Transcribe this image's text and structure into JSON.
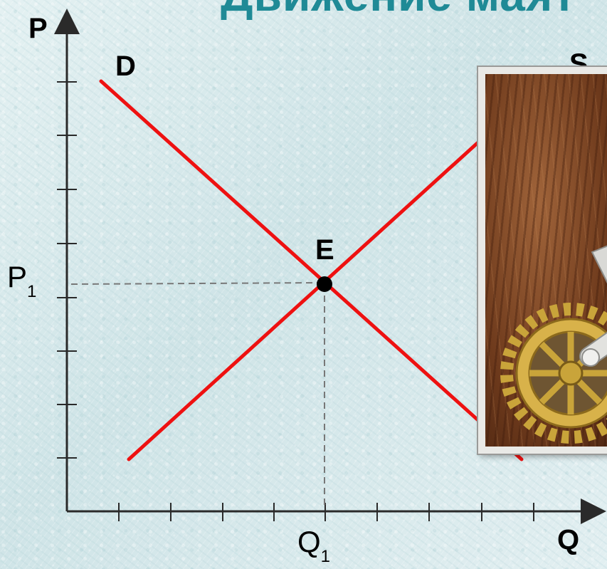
{
  "title": "Движение маят",
  "axes": {
    "y_label": "P",
    "x_label": "Q"
  },
  "curve_labels": {
    "demand": "D",
    "supply": "S"
  },
  "equilibrium": {
    "label": "E",
    "price": {
      "main": "P",
      "sub": "1"
    },
    "quantity": {
      "main": "Q",
      "sub": "1"
    }
  },
  "colors": {
    "curves": "#ee1111",
    "title": "#1f8a96",
    "axes": "#2a2a2a",
    "guides": "#777777"
  },
  "picture": {
    "subject": "pendulum-clock-gears-image"
  }
}
